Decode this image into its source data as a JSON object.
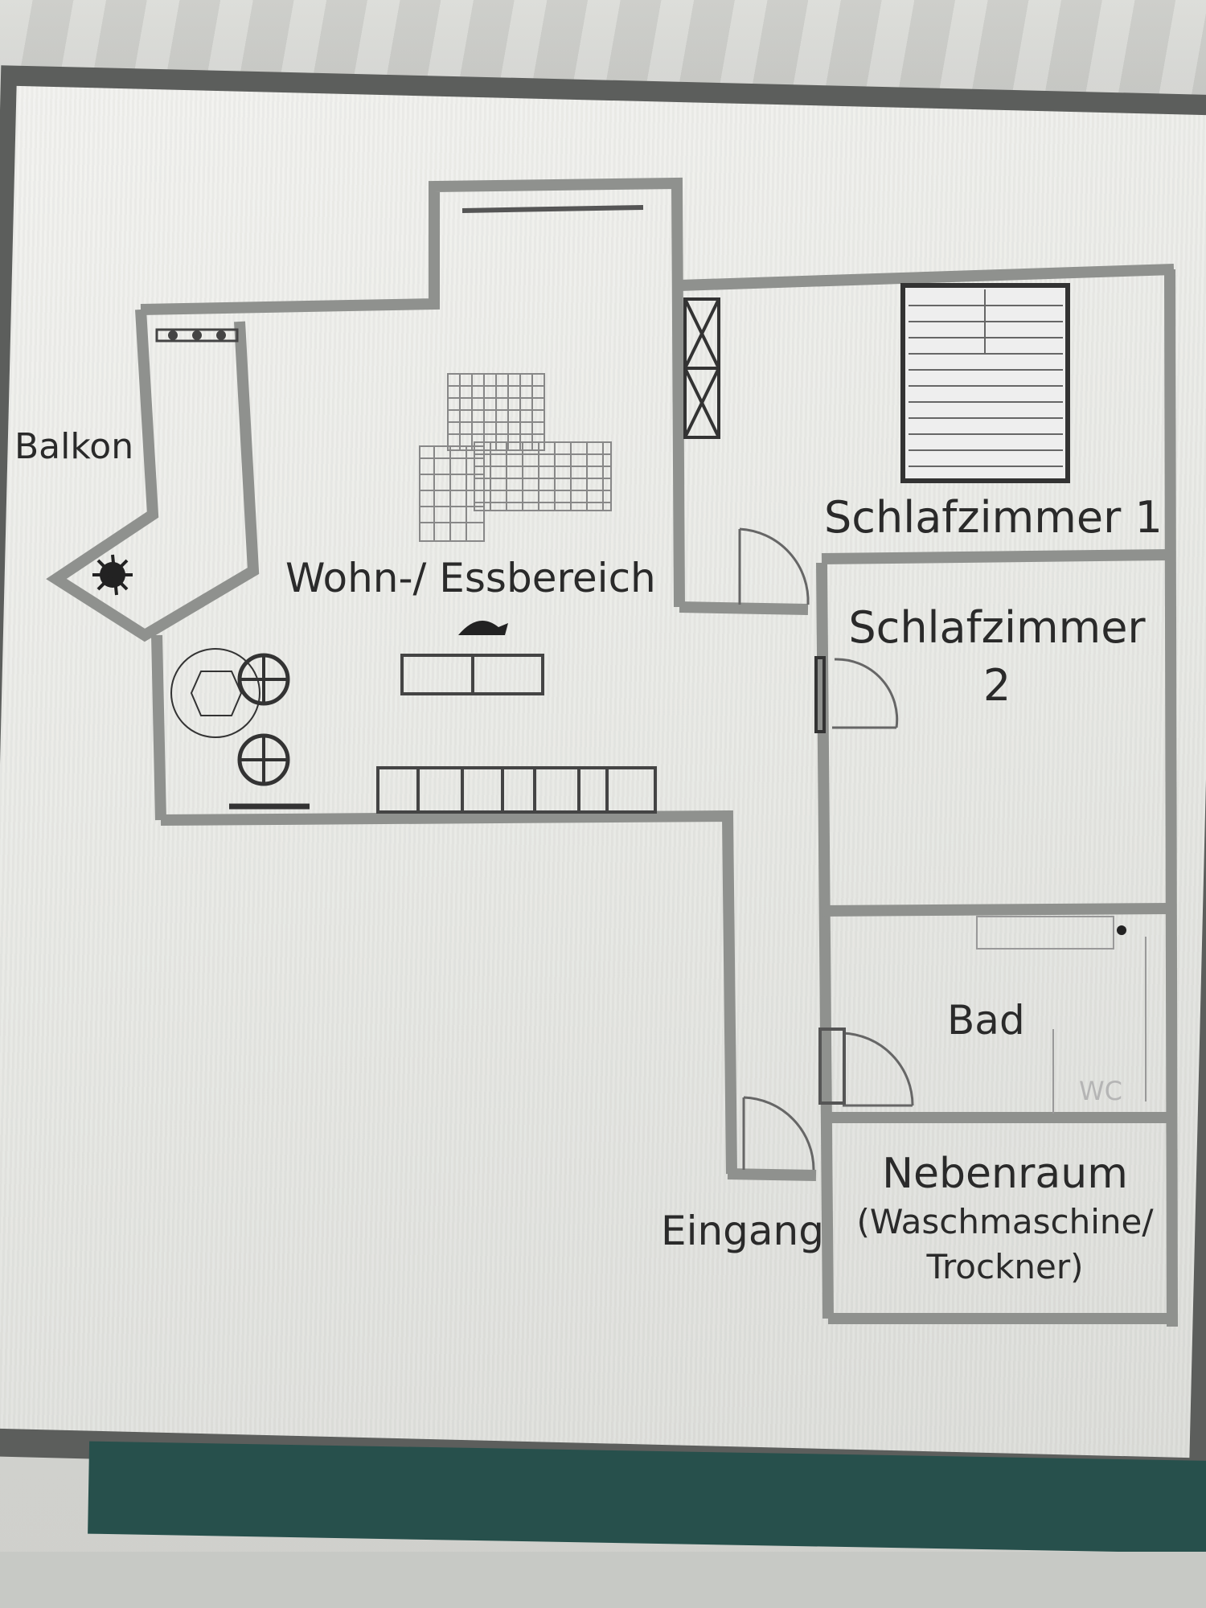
{
  "floorplan": {
    "rooms": {
      "balkon": "Balkon",
      "wohn": "Wohn-/ Essbereich",
      "schlaf1": "Schlafzimmer 1",
      "schlaf2_line1": "Schlafzimmer",
      "schlaf2_line2": "2",
      "bad": "Bad",
      "wc": "WC",
      "neben_line1": "Nebenraum",
      "neben_line2": "(Waschmaschine/",
      "neben_line3": "Trockner)",
      "eingang": "Eingang"
    },
    "colors": {
      "wall": "#8f918e",
      "wall_dark": "#6e706d",
      "furniture": "#2b2b2b",
      "teal_bar": "#27504c"
    }
  }
}
